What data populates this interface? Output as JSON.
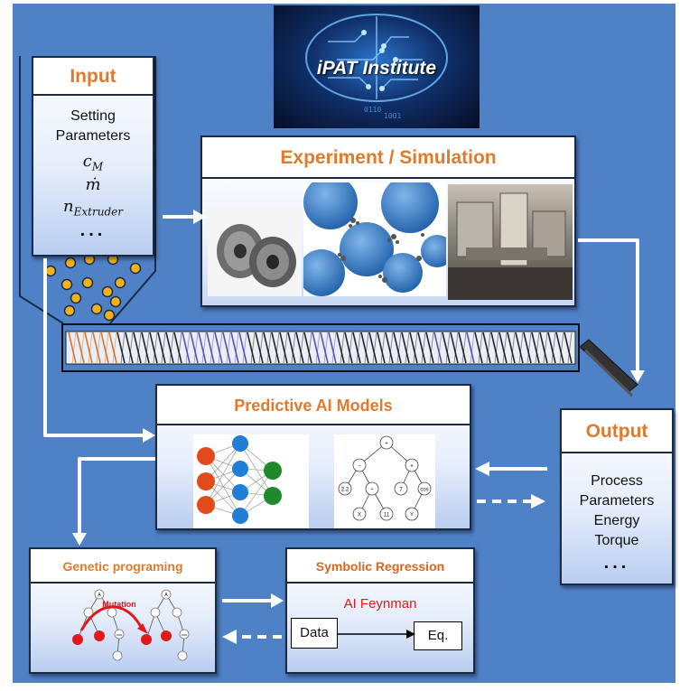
{
  "brain": {
    "title": "iPAT Institute"
  },
  "input": {
    "title": "Input",
    "line1": "Setting",
    "line2": "Parameters",
    "var1": "c",
    "var1_sub": "M",
    "var2": "ṁ",
    "var3": "n",
    "var3_sub": "Extruder",
    "ellipsis": "..."
  },
  "experiment": {
    "title": "Experiment / Simulation"
  },
  "predictive": {
    "title": "Predictive AI Models",
    "tree_labels": [
      "+",
      "−",
      "+",
      "2.2",
      "÷",
      "7",
      "cos",
      "X",
      "11",
      "Y"
    ]
  },
  "output": {
    "title": "Output",
    "line1": "Process",
    "line2": "Parameters",
    "line3": "Energy",
    "line4": "Torque",
    "ellipsis": "..."
  },
  "genetic": {
    "title": "Genetic programing",
    "mutation_label": "Mutation",
    "node_labels": [
      "A",
      "A",
      "cos",
      "cos"
    ]
  },
  "symbolic": {
    "title": "Symbolic Regression",
    "subtitle": "AI Feynman",
    "data_label": "Data",
    "eq_label": "Eq."
  },
  "colors": {
    "background": "#4f81c7",
    "accent": "#e07a2c",
    "red": "#e01a1a",
    "nn_orange": "#e24a1a",
    "nn_blue": "#1f7fd6",
    "nn_green": "#1e8a2c"
  }
}
